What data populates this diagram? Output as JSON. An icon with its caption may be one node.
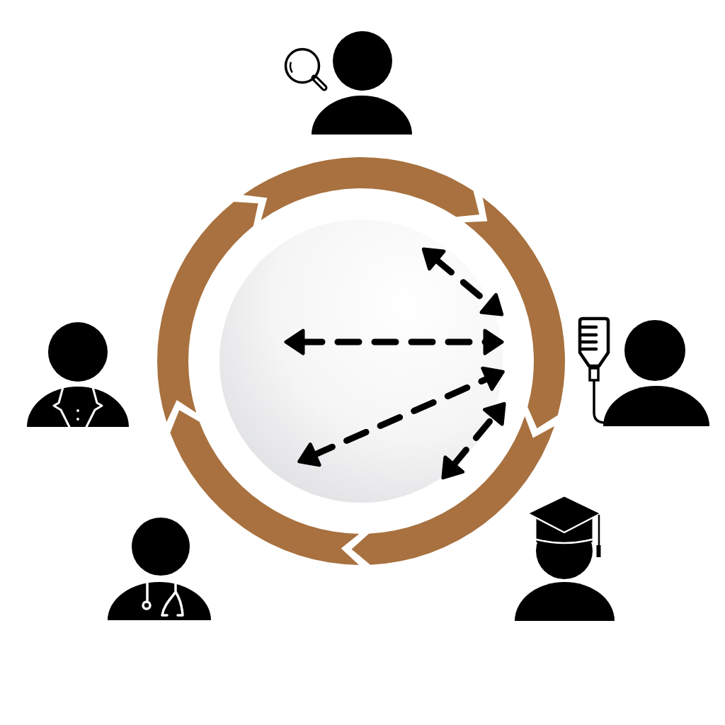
{
  "diagram": {
    "nodes": [
      {
        "text": [],
        "shape": "person"
      },
      {
        "text": [],
        "shape": "person"
      },
      {
        "text": [],
        "shape": "circle"
      },
      {
        "text": [],
        "shape": "person"
      },
      {
        "text": [],
        "shape": "person"
      },
      {
        "text": [],
        "shape": "person"
      }
    ]
  }
}
